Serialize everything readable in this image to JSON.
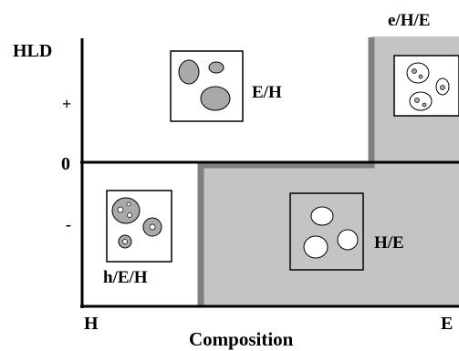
{
  "axes": {
    "y_label": "HLD",
    "y_ticks": {
      "plus": "+",
      "zero": "0",
      "minus": "-"
    },
    "x_left": "H",
    "x_right": "E",
    "x_label": "Composition"
  },
  "regions": {
    "top_center": "E/H",
    "top_right": "e/H/E",
    "bottom_left": "h/E/H",
    "bottom_center": "H/E"
  },
  "colors": {
    "region_fill": "#c4c4c4",
    "boundary": "#808080",
    "axis": "#000000",
    "drop_gray": "#a9a9a9",
    "drop_white": "#ffffff"
  }
}
